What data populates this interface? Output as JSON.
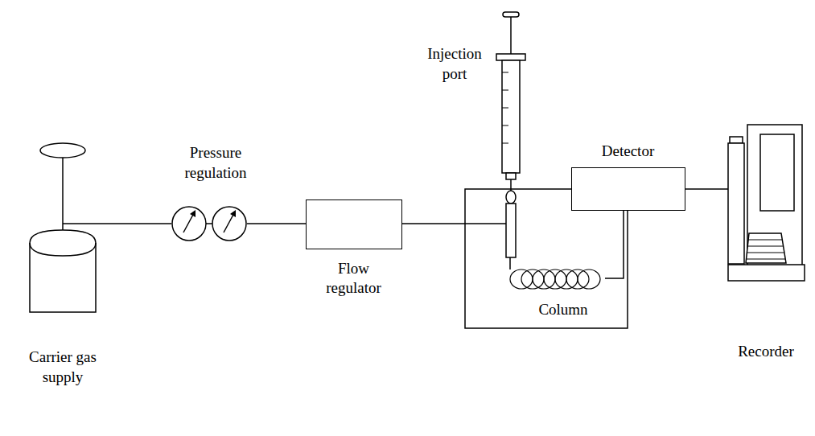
{
  "diagram": {
    "nodes": [
      {
        "text": [
          "Carrier gas supply"
        ]
      },
      {
        "text": [
          "Pressure regulation"
        ]
      },
      {
        "text": [
          "Flow regulator"
        ]
      },
      {
        "text": [
          "Injection port"
        ]
      },
      {
        "text": [
          "Column"
        ]
      },
      {
        "text": [
          "Detector"
        ]
      },
      {
        "text": [
          "Recorder"
        ]
      }
    ],
    "edges": [
      {
        "from": 0,
        "to": 1,
        "arrow": "none"
      },
      {
        "from": 1,
        "to": 2,
        "arrow": "none"
      },
      {
        "from": 2,
        "to": 3,
        "arrow": "none"
      },
      {
        "from": 3,
        "to": 4,
        "arrow": "none"
      },
      {
        "from": 4,
        "to": 5,
        "arrow": "none"
      },
      {
        "from": 5,
        "to": 6,
        "arrow": "none"
      }
    ]
  }
}
